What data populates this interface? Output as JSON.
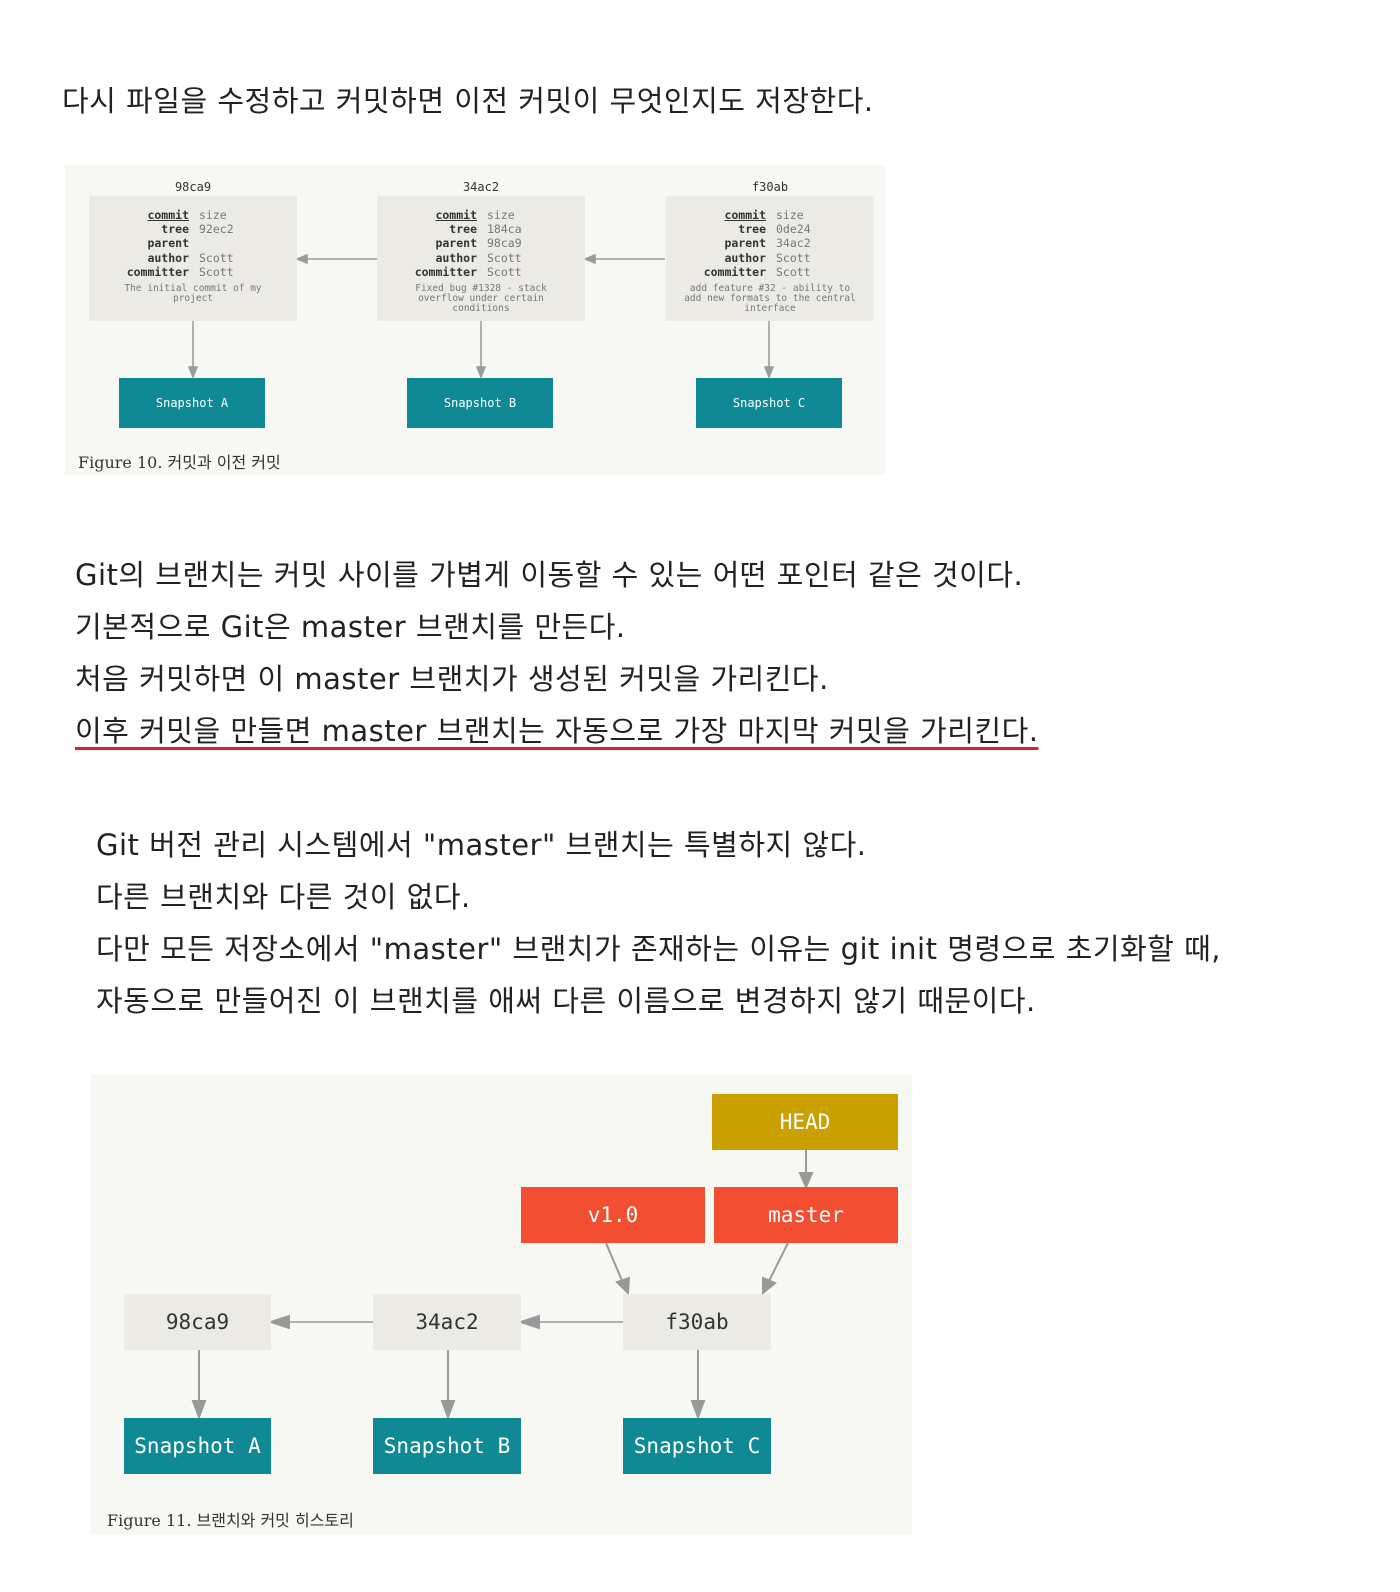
{
  "intro": "다시 파일을 수정하고 커밋하면 이전 커밋이 무엇인지도 저장한다.",
  "figure10": {
    "caption": "Figure 10. 커밋과 이전 커밋",
    "commits": [
      {
        "id": "98ca9",
        "commit": "size",
        "tree": "92ec2",
        "parent": "",
        "author": "Scott",
        "committer": "Scott",
        "message": "The initial commit of my project",
        "snapshot": "Snapshot A"
      },
      {
        "id": "34ac2",
        "commit": "size",
        "tree": "184ca",
        "parent": "98ca9",
        "author": "Scott",
        "committer": "Scott",
        "message": "Fixed bug #1328 - stack overflow under certain conditions",
        "snapshot": "Snapshot B"
      },
      {
        "id": "f30ab",
        "commit": "size",
        "tree": "0de24",
        "parent": "34ac2",
        "author": "Scott",
        "committer": "Scott",
        "message": "add feature #32 - ability to add new formats to the central interface",
        "snapshot": "Snapshot C"
      }
    ],
    "labels": {
      "commit": "commit",
      "tree": "tree",
      "parent": "parent",
      "author": "author",
      "committer": "committer"
    }
  },
  "para1": [
    "Git의 브랜치는 커밋 사이를 가볍게 이동할 수 있는 어떤 포인터 같은 것이다.",
    "기본적으로 Git은 master 브랜치를 만든다.",
    "처음 커밋하면 이 master 브랜치가 생성된 커밋을 가리킨다.",
    "이후 커밋을 만들면 master 브랜치는 자동으로 가장 마지막 커밋을 가리킨다."
  ],
  "para2": [
    "Git 버전 관리 시스템에서 \"master\" 브랜치는 특별하지 않다.",
    "다른 브랜치와 다른 것이 없다.",
    "다만 모든 저장소에서 \"master\" 브랜치가 존재하는 이유는 git init 명령으로 초기화할 때,",
    "자동으로 만들어진 이 브랜치를 애써 다른 이름으로 변경하지 않기 때문이다."
  ],
  "figure11": {
    "caption": "Figure 11. 브랜치와 커밋 히스토리",
    "head": "HEAD",
    "tag": "v1.0",
    "branch": "master",
    "commits": [
      "98ca9",
      "34ac2",
      "f30ab"
    ],
    "snapshots": [
      "Snapshot A",
      "Snapshot B",
      "Snapshot C"
    ]
  },
  "colors": {
    "teal": "#0f8a94",
    "head": "#c9a000",
    "ref": "#f14e32",
    "underline": "#e0202a"
  }
}
